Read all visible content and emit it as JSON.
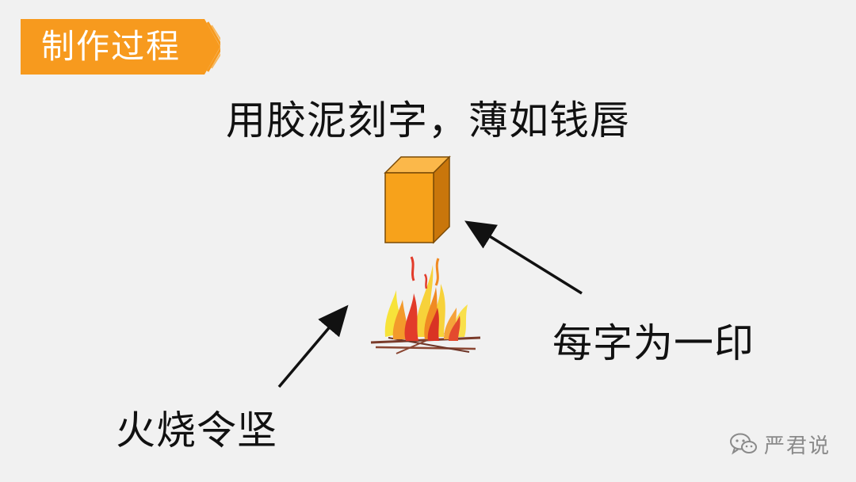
{
  "slide": {
    "section_tag": "制作过程",
    "subtitle": "用胶泥刻字，薄如钱唇",
    "label_block": "每字为一印",
    "label_fire": "火烧令坚",
    "watermark": "严君说"
  },
  "colors": {
    "tag_orange": "#f79a1e",
    "block_front": "#f7a21b",
    "block_top": "#fbb84a",
    "block_side": "#c9760b",
    "arrow": "#111111",
    "background": "#f1f1f1"
  },
  "icons": [
    "clay-block-icon",
    "fire-icon",
    "wechat-logo-icon"
  ]
}
